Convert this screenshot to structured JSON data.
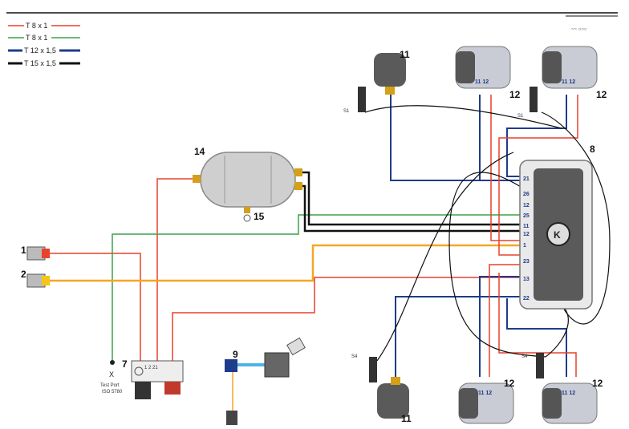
{
  "legend": {
    "items": [
      {
        "label": "T 8 x 1",
        "color": "#e8412c"
      },
      {
        "label": "T 8 x 1",
        "color": "#3aa24a"
      },
      {
        "label": "T 12 x 1,5",
        "color": "#1f3c8c"
      },
      {
        "label": "T 15 x 1,5",
        "color": "#111111"
      }
    ]
  },
  "components": {
    "c1": "1",
    "c2": "2",
    "c7": "7",
    "c8": "8",
    "c9": "9",
    "c11a": "11",
    "c11b": "11",
    "c12a": "12",
    "c12b": "12",
    "c12c": "12",
    "c12d": "12",
    "c14": "14",
    "c15": "15"
  },
  "ecu_ports": [
    "21",
    "26",
    "12",
    "25",
    "11",
    "12",
    "1",
    "23",
    "13",
    "22"
  ],
  "labels": {
    "test_port": "Test Port",
    "test_port_sub": "ISO 5780",
    "sensor_tl": "S1",
    "sensor_tr": "S1",
    "sensor_bl": "S4",
    "sensor_br": "S4",
    "chamber_ports_a": "11 12",
    "chamber_ports_b": "11 12",
    "chamber_ports_c": "11 12",
    "chamber_ports_d": "11 12",
    "valve7_ports": "1   2   21",
    "x_mark": "X"
  },
  "colors": {
    "red": "#e8412c",
    "green": "#3aa24a",
    "blue": "#1f3c8c",
    "black": "#111111",
    "orange": "#f5a623",
    "lightblue": "#4fb3e8"
  }
}
